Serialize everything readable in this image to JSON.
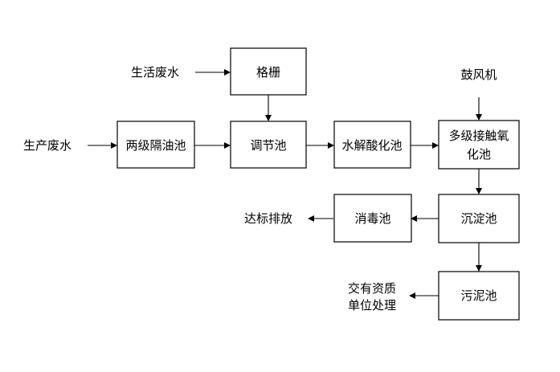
{
  "nodes": {
    "grille": "格栅",
    "oil_tank": "两级隔油池",
    "regulating_tank": "调节池",
    "hydrolysis_tank": "水解酸化池",
    "contact_oxidation_tank": [
      "多级接触氧",
      "化池"
    ],
    "settling_tank": "沉淀池",
    "disinfection_tank": "消毒池",
    "sludge_tank": "污泥池"
  },
  "labels": {
    "domestic_wastewater": "生活废水",
    "production_wastewater": "生产废水",
    "blower": "鼓风机",
    "discharge": "达标排放",
    "sludge_disposal": [
      "交有资质",
      "单位处理"
    ]
  },
  "edges": [
    [
      "domestic_wastewater",
      "grille"
    ],
    [
      "grille",
      "regulating_tank"
    ],
    [
      "production_wastewater",
      "oil_tank"
    ],
    [
      "oil_tank",
      "regulating_tank"
    ],
    [
      "regulating_tank",
      "hydrolysis_tank"
    ],
    [
      "hydrolysis_tank",
      "contact_oxidation_tank"
    ],
    [
      "blower",
      "contact_oxidation_tank"
    ],
    [
      "contact_oxidation_tank",
      "settling_tank"
    ],
    [
      "settling_tank",
      "disinfection_tank"
    ],
    [
      "disinfection_tank",
      "discharge"
    ],
    [
      "settling_tank",
      "sludge_tank"
    ],
    [
      "sludge_tank",
      "sludge_disposal"
    ]
  ]
}
